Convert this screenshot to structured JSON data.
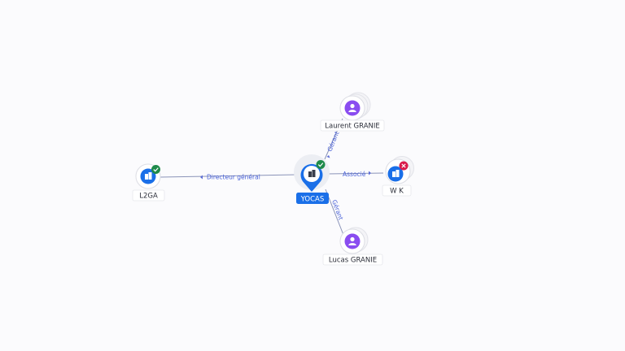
{
  "nodes": {
    "center": {
      "label": "YOCAS",
      "kind": "company",
      "status": "active",
      "icon": "building-icon"
    },
    "l2ga": {
      "label": "L2GA",
      "kind": "company",
      "status": "active",
      "icon": "building-icon"
    },
    "wk": {
      "label": "W K",
      "kind": "company",
      "status": "closed",
      "icon": "building-icon"
    },
    "laurent": {
      "label": "Laurent GRANIE",
      "kind": "person",
      "icon": "person-icon"
    },
    "lucas": {
      "label": "Lucas GRANIE",
      "kind": "person",
      "icon": "person-icon"
    }
  },
  "edges": {
    "to_l2ga": {
      "label": "Directeur général"
    },
    "to_wk": {
      "label": "Associé"
    },
    "to_laurent": {
      "label": "Gérant"
    },
    "to_lucas": {
      "label": "Gérant"
    }
  },
  "colors": {
    "company": "#1a6fe8",
    "person": "#8a4df0",
    "status_ok": "#1e8a4a",
    "status_closed": "#d91a4a",
    "edge_label": "#4a62d8"
  }
}
